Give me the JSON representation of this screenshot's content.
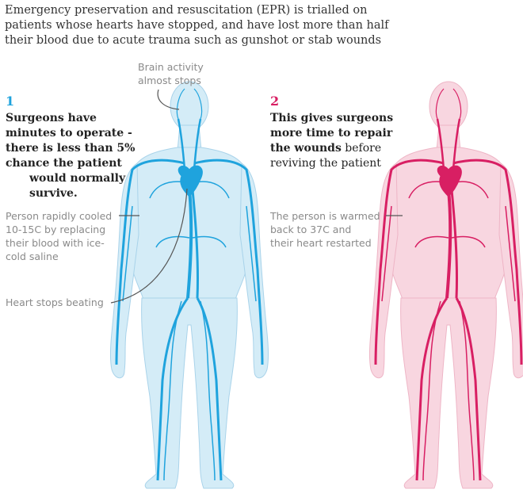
{
  "intro": {
    "lines": [
      "Emergency preservation and resuscitation (EPR) is trialled on",
      "patients whose hearts have stopped, and have lost more than half",
      "their blood due to acute trauma such as gunshot or stab wounds"
    ]
  },
  "colors": {
    "blue": "#1fa3dd",
    "pink": "#d81f63",
    "blue_body": "#d4ecf7",
    "pink_body": "#f8d6e0",
    "note_text": "#8a8a8a"
  },
  "step1": {
    "number": "1",
    "text_lines": [
      "Surgeons have",
      "minutes to operate -",
      "there is less than 5%",
      "chance the patient",
      "would normally",
      "survive."
    ],
    "brain_note": [
      "Brain activity",
      "almost stops"
    ],
    "cooled_note": [
      "Person rapidly cooled",
      "10-15C by replacing",
      "their blood with ice-",
      "cold saline"
    ],
    "heart_note": "Heart stops beating"
  },
  "step2": {
    "number": "2",
    "text_bold": [
      "This gives surgeons",
      "more time to repair",
      "the wounds"
    ],
    "text_normal": [
      " before",
      "reviving the patient"
    ],
    "warmed_note": [
      "The person is warmed",
      "back to 37C and",
      "their heart restarted"
    ]
  }
}
